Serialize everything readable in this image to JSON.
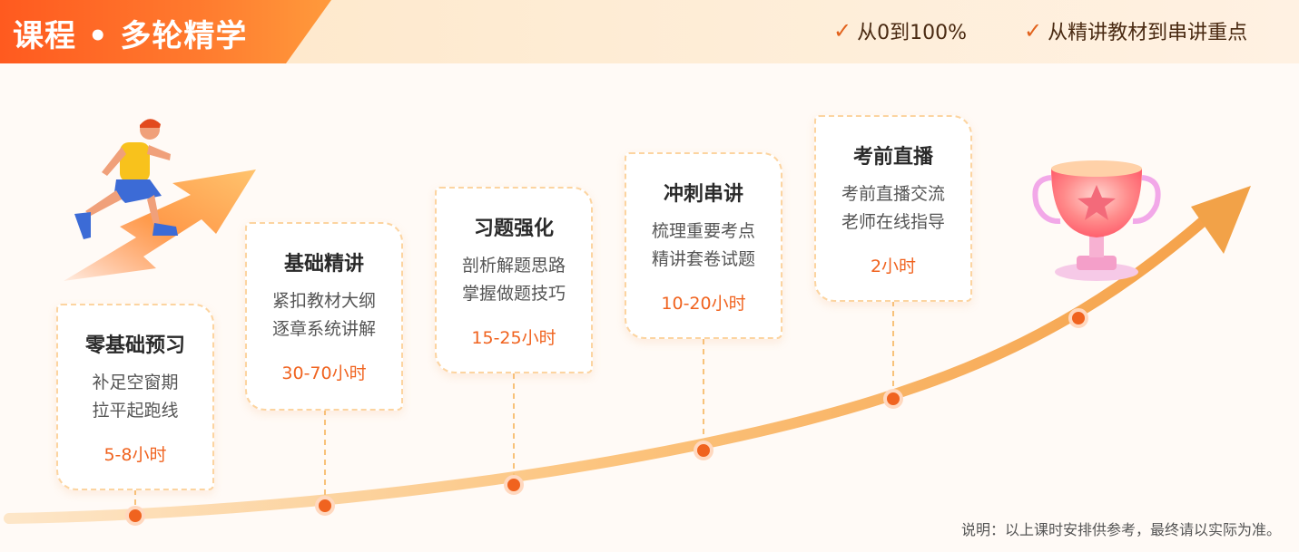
{
  "header": {
    "title": "课程 • 多轮精学",
    "taglines": [
      "从0到100%",
      "从精讲教材到串讲重点"
    ]
  },
  "stages": [
    {
      "name": "零基础预习",
      "lines": [
        "补足空窗期",
        "拉平起跑线"
      ],
      "hours": "5-8小时"
    },
    {
      "name": "基础精讲",
      "lines": [
        "紧扣教材大纲",
        "逐章系统讲解"
      ],
      "hours": "30-70小时"
    },
    {
      "name": "习题强化",
      "lines": [
        "剖析解题思路",
        "掌握做题技巧"
      ],
      "hours": "15-25小时"
    },
    {
      "name": "冲刺串讲",
      "lines": [
        "梳理重要考点",
        "精讲套卷试题"
      ],
      "hours": "10-20小时"
    },
    {
      "name": "考前直播",
      "lines": [
        "考前直播交流",
        "老师在线指导"
      ],
      "hours": "2小时"
    }
  ],
  "footnote": "说明：以上课时安排供参考，最终请以实际为准。",
  "colors": {
    "accent": "#ff6a24",
    "text_orange": "#f0631f",
    "card_border": "#fcd4a0"
  },
  "icons": [
    "check-icon",
    "runner-illustration",
    "rising-arrow-icon",
    "trophy-icon"
  ]
}
